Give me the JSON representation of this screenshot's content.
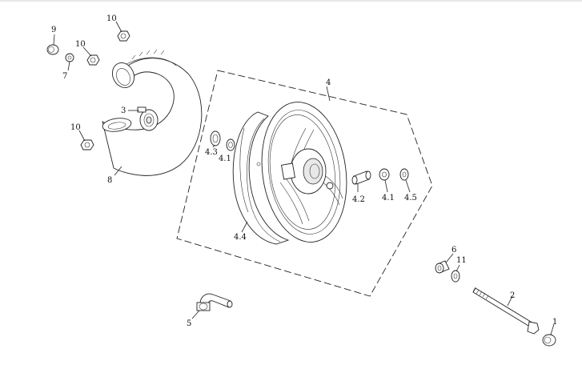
{
  "callouts": {
    "c1": "1",
    "c2": "2",
    "c3": "3",
    "c4": "4",
    "c5": "5",
    "c6": "6",
    "c7": "7",
    "c8": "8",
    "c9": "9",
    "c10a": "10",
    "c10b": "10",
    "c10c": "10",
    "c11": "11",
    "c43": "4.3",
    "c41a": "4.1",
    "c42": "4.2",
    "c41b": "4.1",
    "c45": "4.5",
    "c44": "4.4"
  }
}
